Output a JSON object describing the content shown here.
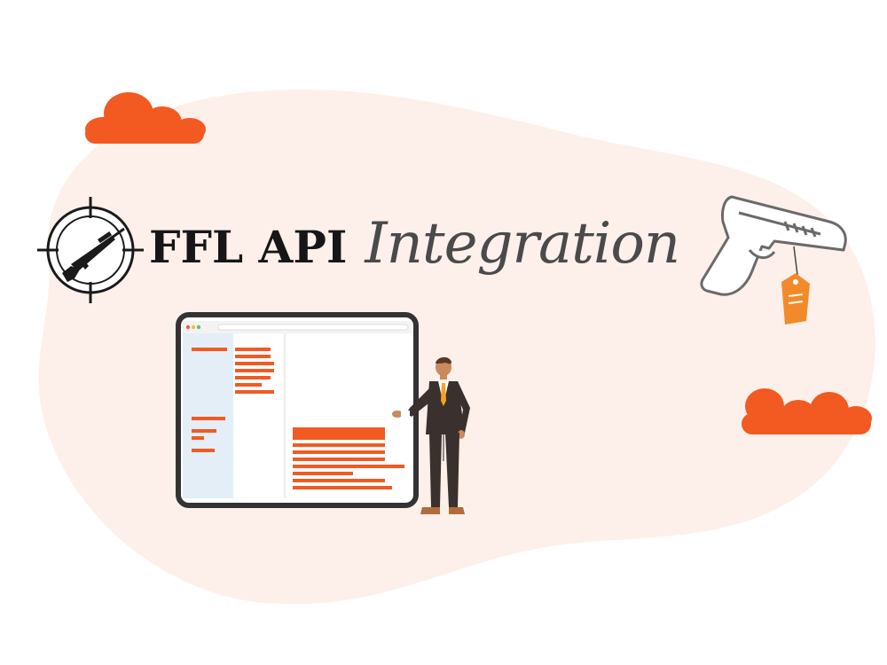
{
  "banner": {
    "title_bold": "FFL API",
    "title_italic": "Integration"
  },
  "colors": {
    "accent": "#f25a22",
    "blob": "#fdf0ea",
    "dark": "#2f2f2f",
    "screen_sidebar": "#e3eef7"
  },
  "icons": [
    "crosshair-rifle-icon",
    "handgun-price-tag-icon",
    "cloud-icon",
    "presenter-figure"
  ]
}
